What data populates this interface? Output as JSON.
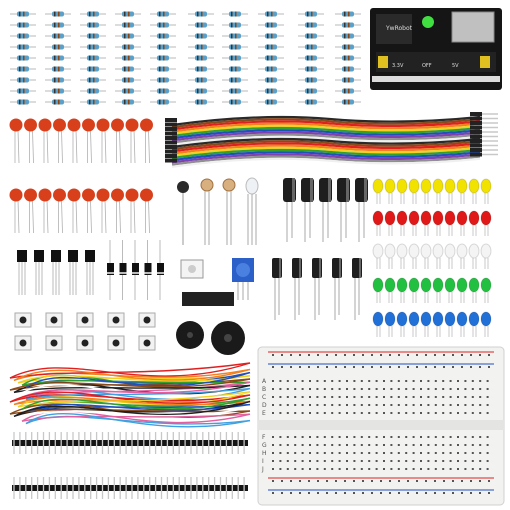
{
  "image": {
    "kind": "product photo",
    "background": "#ffffff"
  },
  "components": {
    "resistors": {
      "columns": 10,
      "rows": 9,
      "body_color": "#5aa0c8"
    },
    "power_module": {
      "color": "#1a1a1a",
      "label": "YwRobot",
      "voltage_labels": [
        "3.3V",
        "OFF",
        "5V"
      ]
    },
    "ceramic_capacitors": {
      "rows": 2,
      "per_row": 10,
      "color": "#d8401c"
    },
    "jumper_ribbon": {
      "colors": [
        "#2a2a2a",
        "#8b4a1a",
        "#e02020",
        "#f08020",
        "#f0d020",
        "#30a030",
        "#2050c0",
        "#8040b0",
        "#909090",
        "#f0f0f0"
      ]
    },
    "electrolytic_capacitors": {
      "large": 5,
      "small": 5,
      "color": "#1e1e1e"
    },
    "leds": {
      "columns": 10,
      "rows": [
        {
          "name": "yellow",
          "color": "#f2e200"
        },
        {
          "name": "red",
          "color": "#e01818"
        },
        {
          "name": "white",
          "color": "#f4f4f4"
        },
        {
          "name": "green",
          "color": "#22c040"
        },
        {
          "name": "blue",
          "color": "#2070d8"
        }
      ]
    },
    "transistors": {
      "count": 5,
      "color": "#111111"
    },
    "diodes": {
      "count": 5,
      "color": "#111111"
    },
    "push_buttons": {
      "rows": 2,
      "per_row": 5
    },
    "buzzers": {
      "count": 2,
      "color": "#1a1a1a"
    },
    "pin_headers": {
      "rows": 2
    },
    "breadboard": {
      "rail_colors": {
        "positive": "#e02020",
        "negative": "#2050c0"
      },
      "row_letters_top": [
        "A",
        "B",
        "C",
        "D",
        "E"
      ],
      "row_letters_bottom": [
        "F",
        "G",
        "H",
        "I",
        "J"
      ]
    }
  }
}
